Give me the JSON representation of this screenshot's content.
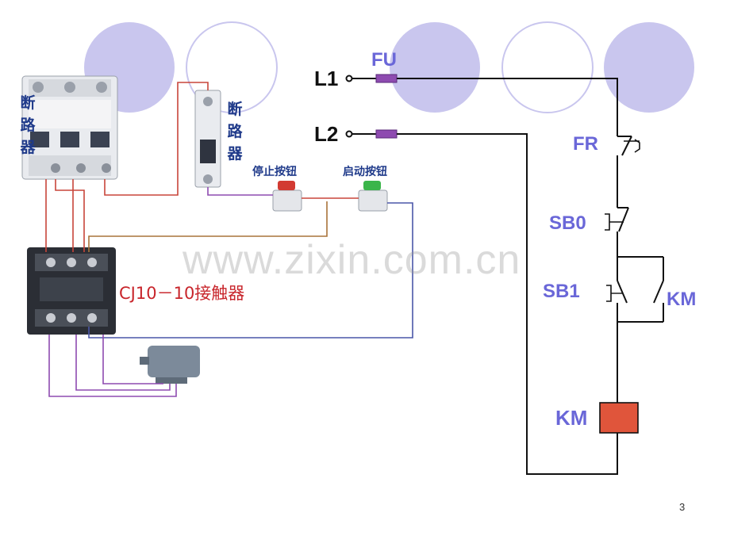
{
  "wiring": {
    "breaker_left_label": "断\n路\n器",
    "breaker_right_label": "断\n路\n器",
    "stop_button_label": "停止按钮",
    "start_button_label": "启动按钮",
    "contactor_label": "CJ10－10接触器"
  },
  "schematic": {
    "line1": "L1",
    "line2": "L2",
    "fuse": "FU",
    "thermal_relay": "FR",
    "stop_button": "SB0",
    "start_button": "SB1",
    "aux_contact": "KM",
    "coil": "KM"
  },
  "watermark": "www.zixin.com.cn",
  "page_number": "3",
  "colors": {
    "circle_fill": "#c9c6ee",
    "circle_outline": "#c9c6ee",
    "label_blue": "#6a67d8",
    "wire_red": "#c8453a",
    "wire_purple": "#8e4bb0",
    "wire_blue": "#4a56a8",
    "wire_brown": "#a9733a",
    "coil_fill": "#e0553b",
    "fuse_fill": "#8e4bb0"
  }
}
